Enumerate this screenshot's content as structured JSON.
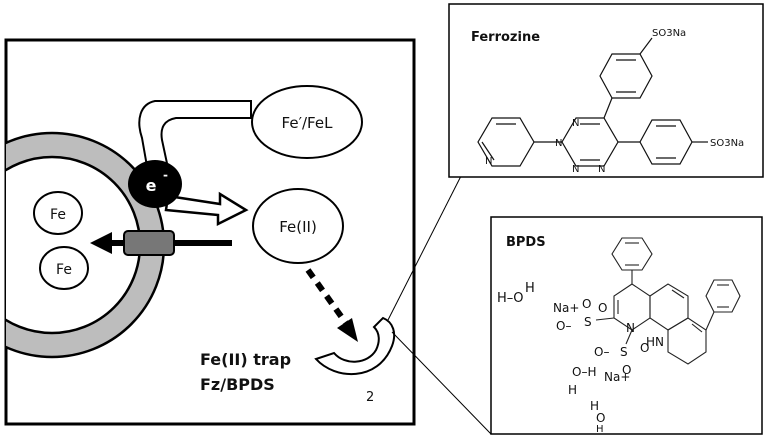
{
  "cell": {
    "fe_left_top": "Fe",
    "fe_left_bottom": "Fe",
    "electron": "e",
    "electron_sign": "-"
  },
  "species": {
    "fe_ligand": "Fe′/FeL",
    "fe_ii": "Fe(II)"
  },
  "trap": {
    "line1": "Fe(II) trap",
    "line2": "Fz/BPDS",
    "subscript": "2"
  },
  "ferrozine": {
    "title": "Ferrozine",
    "so3na_top": "SO3Na",
    "so3na_right": "SO3Na",
    "n_pyridine": "N",
    "n1": "N",
    "n2": "N",
    "n3": "N",
    "n4": "N"
  },
  "bpds": {
    "title": "BPDS",
    "water1": "H–O",
    "water1_h": "H",
    "na1": "Na+",
    "o_minus1": "O–",
    "s1": "S",
    "o1": "O",
    "o2": "O",
    "n_ring": "N",
    "hn": "HN",
    "o_minus2": "O–",
    "s2": "S",
    "o3": "O",
    "o4": "O",
    "water2": "O–H",
    "water2_h": "H",
    "na2": "Na+",
    "water3": "H",
    "water3_o": "O",
    "water3_h": "H"
  }
}
